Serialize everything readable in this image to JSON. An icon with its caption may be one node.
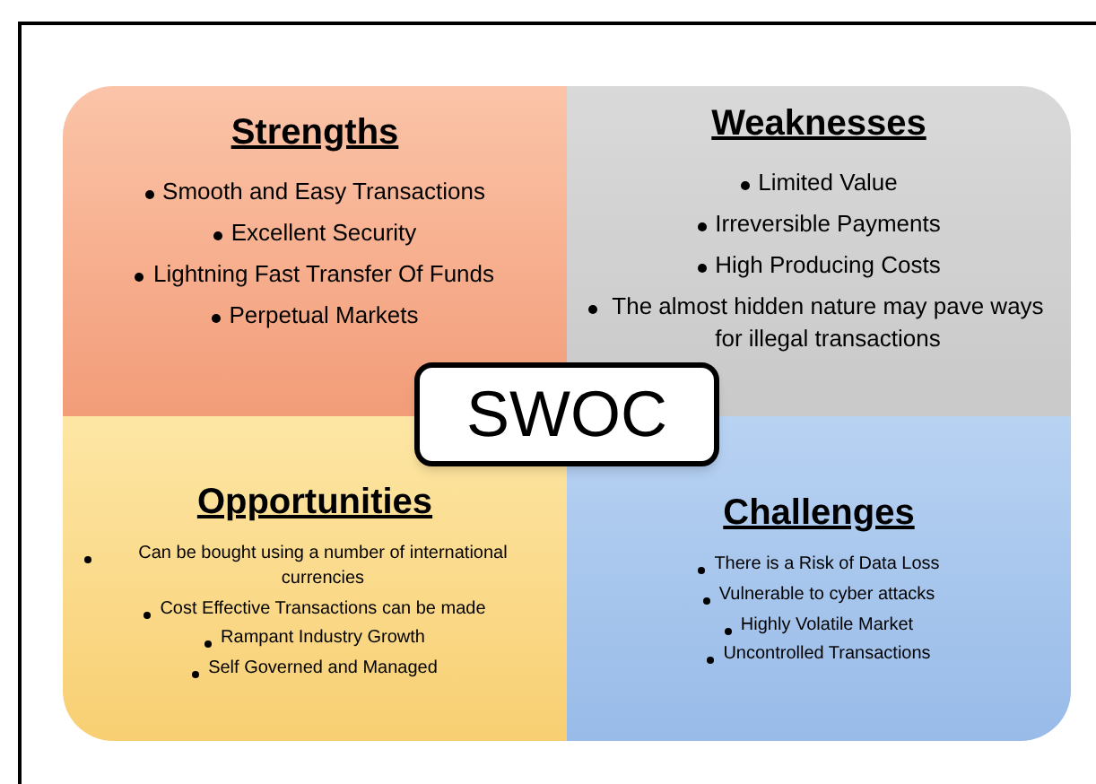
{
  "diagram": {
    "nodes": [
      {
        "text": [
          "Strengths",
          "Smooth and Easy Transactions",
          "Excellent Security",
          "Lightning Fast Transfer Of Funds",
          "Perpetual Markets"
        ]
      },
      {
        "text": [
          "Weaknesses",
          "Limited Value",
          "Irreversible Payments",
          "High Producing Costs",
          "The almost hidden nature may pave ways for illegal transactions"
        ]
      },
      {
        "text": [
          "Opportunities",
          "Can be bought using a number of international currencies",
          "Cost Effective Transactions can be made",
          "Rampant Industry Growth",
          "Self Governed and Managed"
        ]
      },
      {
        "text": [
          "Challenges",
          "There is a Risk of Data Loss",
          "Vulnerable to cyber attacks",
          "Highly Volatile Market",
          "Uncontrolled Transactions"
        ]
      },
      {
        "text": [
          "SWOC"
        ]
      }
    ]
  }
}
